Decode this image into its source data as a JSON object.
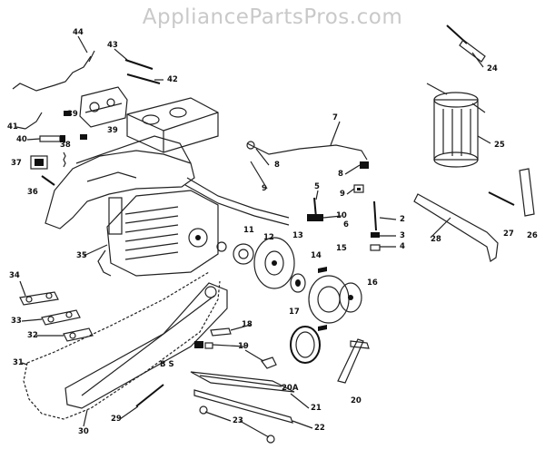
{
  "brand": {
    "text": "AppliancePartsPros.com",
    "color": "#c9c9c9"
  },
  "diagram": {
    "bar_mark": "B S",
    "callouts": [
      "44",
      "43",
      "42",
      "41",
      "40",
      "39",
      "39",
      "38",
      "37",
      "36",
      "35",
      "34",
      "33",
      "32",
      "31",
      "30",
      "29",
      "24",
      "25",
      "26",
      "27",
      "28",
      "7",
      "8",
      "8",
      "9",
      "9",
      "10",
      "6",
      "5",
      "2",
      "3",
      "4",
      "11",
      "12",
      "13",
      "14",
      "15",
      "16",
      "17",
      "18",
      "19",
      "20",
      "20A",
      "21",
      "22",
      "23"
    ]
  }
}
